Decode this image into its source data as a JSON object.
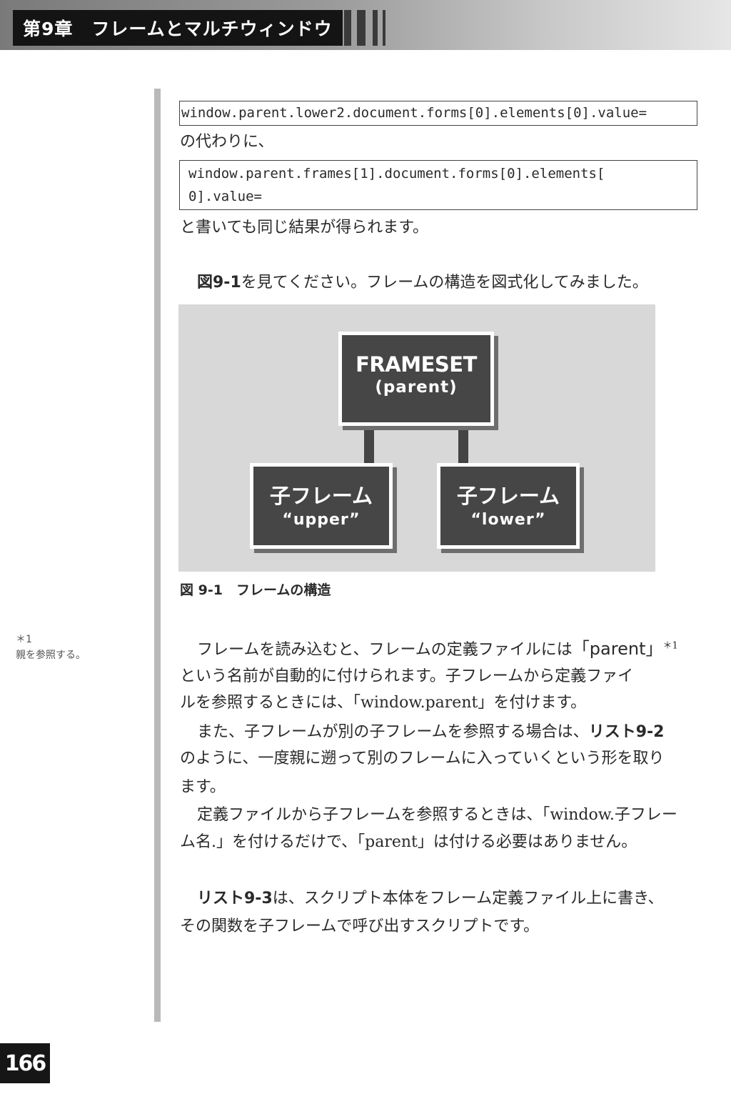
{
  "header": {
    "chapter_title": "第9章　フレームとマルチウィンドウ"
  },
  "side_note": {
    "marker": "＊1",
    "text": "親を参照する。"
  },
  "code_blocks": [
    "window.parent.lower2.document.forms[0].elements[0].value=",
    [
      "window.parent.frames[1].document.forms[0].elements[",
      "0].value="
    ]
  ],
  "paragraphs": {
    "p1": "の代わりに、",
    "p2": "と書いても同じ結果が得られます。",
    "p3_ref": "図9-1",
    "p3_rest": "を見てください。フレームの構造を図式化してみました。",
    "p4_line1_a": "フレームを読み込むと、フレームの定義ファイルには",
    "p4_line1_b": "「parent」",
    "p4_line1_note": "＊1",
    "p4_line2": "という名前が自動的に付けられます。子フレームから定義ファイ",
    "p4_line3": "ルを参照するときには、「window.parent」を付けます。",
    "p5_line1_a": "また、子フレームが別の子フレームを参照する場合は、",
    "p5_line1_ref": "リスト9-2",
    "p5_line2": "のように、一度親に遡って別のフレームに入っていくという形を取り",
    "p5_line3": "ます。",
    "p6_line1": "定義ファイルから子フレームを参照するときは、「window.子フレー",
    "p6_line2": "ム名.」を付けるだけで、「parent」は付ける必要はありません。",
    "p7_ref": "リスト9-3",
    "p7_line1_rest": "は、スクリプト本体をフレーム定義ファイル上に書き、",
    "p7_line2": "その関数を子フレームで呼び出すスクリプトです。"
  },
  "diagram": {
    "main": {
      "title": "FRAMESET",
      "subtitle": "(parent)"
    },
    "children": [
      {
        "title": "子フレーム",
        "subtitle": "“upper”"
      },
      {
        "title": "子フレーム",
        "subtitle": "“lower”"
      }
    ],
    "colors": {
      "background": "#d8d8d8",
      "node": "#464646",
      "connector": "#444444"
    }
  },
  "figure_caption": "図 9-1　フレームの構造",
  "page_number": "166"
}
